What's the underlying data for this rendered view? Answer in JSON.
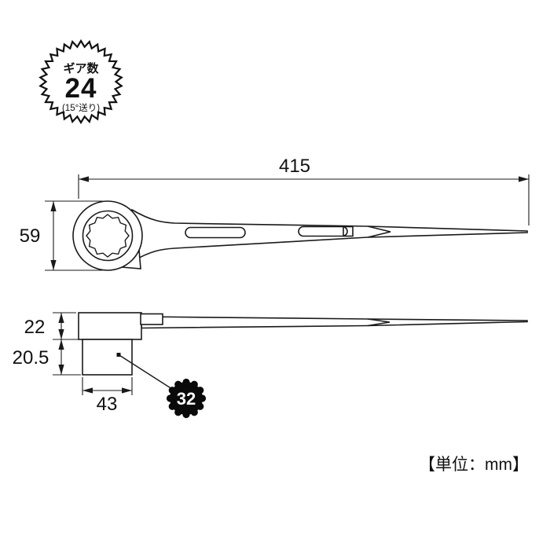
{
  "gear_badge": {
    "label": "ギア数",
    "value": "24",
    "note": "(15°送り)"
  },
  "dimensions": {
    "overall_length": "415",
    "head_width": "59",
    "handle_thickness": "22",
    "socket_depth": "20.5",
    "socket_width": "43",
    "socket_size": "32"
  },
  "footer": {
    "unit_label": "【単位：mm】"
  },
  "colors": {
    "line": "#1a1a1a",
    "badge_fill": "#0a0a0a",
    "background": "#ffffff"
  }
}
